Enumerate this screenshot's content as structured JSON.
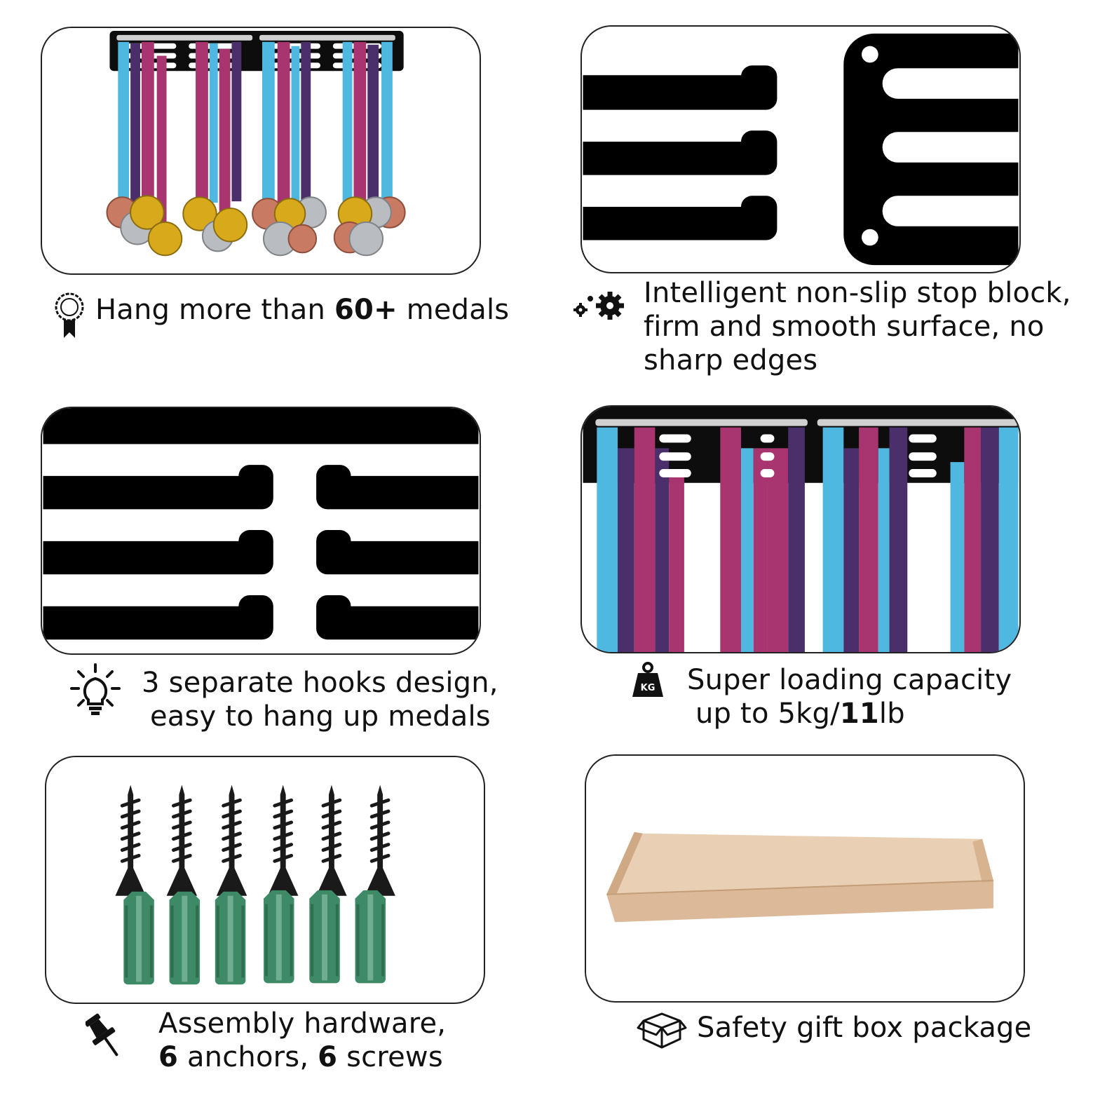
{
  "features": [
    {
      "icon": "medal-ribbon-icon",
      "lines": [
        {
          "pre": "Hang more than ",
          "bold": "60+",
          "post": " medals"
        }
      ]
    },
    {
      "icon": "gears-icon",
      "lines": [
        {
          "pre": "Intelligent non-slip stop block,",
          "bold": "",
          "post": ""
        },
        {
          "pre": "firm and smooth surface, no",
          "bold": "",
          "post": ""
        },
        {
          "pre": "sharp edges",
          "bold": "",
          "post": ""
        }
      ]
    },
    {
      "icon": "lightbulb-icon",
      "lines": [
        {
          "pre": "3 separate hooks design,",
          "bold": "",
          "post": ""
        },
        {
          "pre": "easy to hang up medals",
          "bold": "",
          "post": ""
        }
      ]
    },
    {
      "icon": "weight-kg-icon",
      "icon_text": "KG",
      "lines": [
        {
          "pre": "Super loading capacity",
          "bold": "",
          "post": ""
        },
        {
          "pre": "up to 5kg/",
          "bold": "11",
          "post": "lb"
        }
      ]
    },
    {
      "icon": "pushpin-icon",
      "lines": [
        {
          "pre": "Assembly hardware,",
          "bold": "",
          "post": ""
        },
        {
          "pre": "",
          "bold": "6",
          "post": " anchors, ",
          "bold2": "6",
          "post2": " screws"
        }
      ]
    },
    {
      "icon": "box-icon",
      "lines": [
        {
          "pre": "Safety gift box package",
          "bold": "",
          "post": ""
        }
      ]
    }
  ],
  "colors": {
    "rack": "#0d0d0d",
    "ribbon_blue": "#4fb8e0",
    "ribbon_magenta": "#a8356f",
    "ribbon_purple": "#4b2f6b",
    "gold": "#d9a91c",
    "silver": "#b9bcc0",
    "bronze": "#c97a62",
    "anchor_green": "#3f8a66",
    "box_kraft": "#e3c3a4"
  }
}
